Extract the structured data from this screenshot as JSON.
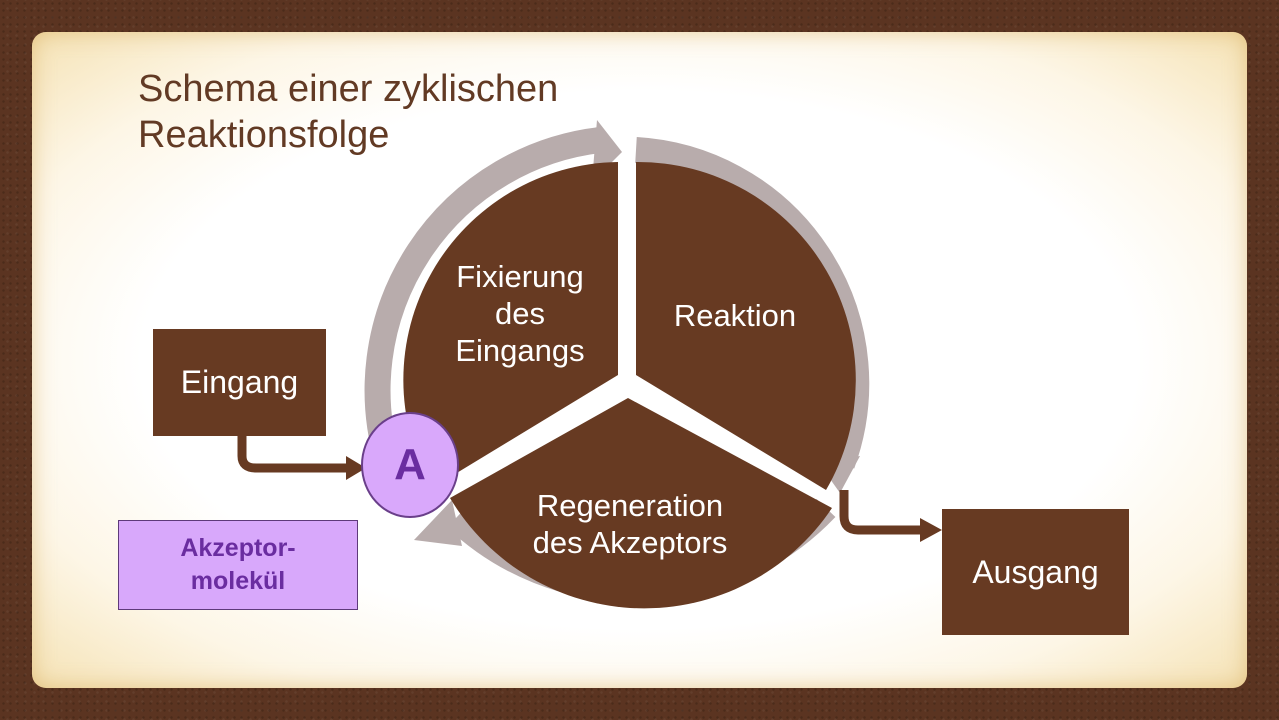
{
  "title": {
    "line1": "Schema einer zyklischen",
    "line2": "Reaktionsfolge"
  },
  "cycle": {
    "fixation": [
      "Fixierung",
      "des",
      "Eingangs"
    ],
    "reaction": "Reaktion",
    "regeneration": [
      "Regeneration",
      "des Akzeptors"
    ]
  },
  "input_label": "Eingang",
  "output_label": "Ausgang",
  "acceptor_symbol": "A",
  "acceptor_caption": [
    "Akzeptor-",
    "molekül"
  ],
  "colors": {
    "background": "#5b3421",
    "segment": "#673a22",
    "ring": "#b8acac",
    "acceptor": "#d9a8fb",
    "acceptor_text": "#6a2da0",
    "title": "#623a24"
  }
}
